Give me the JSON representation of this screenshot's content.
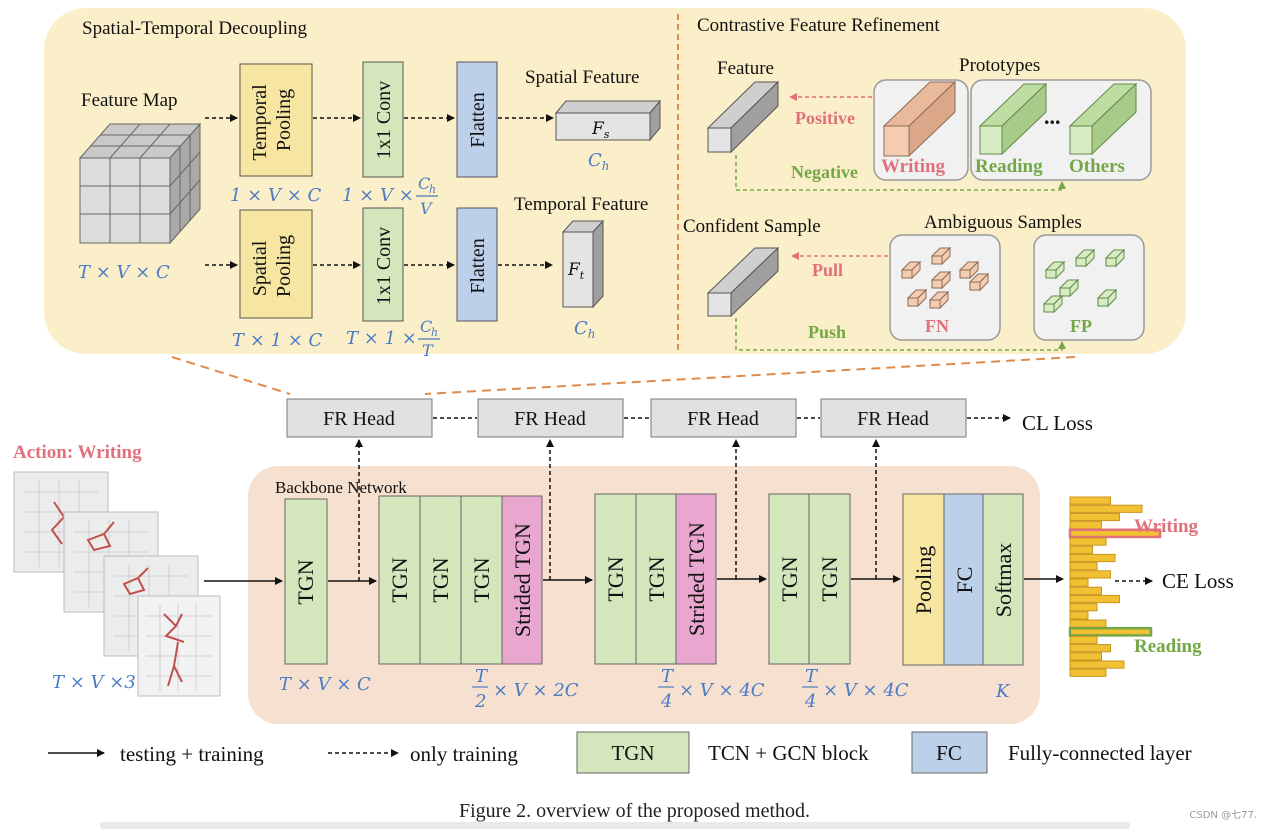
{
  "sections": {
    "std_title": "Spatial-Temporal Decoupling",
    "cfr_title": "Contrastive Feature Refinement",
    "backbone_title": "Backbone Network"
  },
  "std": {
    "feature_map": "Feature Map",
    "feature_map_dim": "T × V × C",
    "temporal_pooling": [
      "Temporal",
      "Pooling"
    ],
    "spatial_pooling": [
      "Spatial",
      "Pooling"
    ],
    "conv": "1x1 Conv",
    "flatten": "Flatten",
    "spatial_feature": "Spatial Feature",
    "temporal_feature": "Temporal Feature",
    "fs_main": "F",
    "fs_sub": "s",
    "ft_main": "F",
    "ft_sub": "t",
    "ch_main": "C",
    "ch_sub": "h",
    "dim_tp": "1 × V × C",
    "dim_sp": "T × 1 × C",
    "dim_conv1_prefix": "1 × V ×",
    "dim_conv1_den": "V",
    "dim_conv2_prefix": "T × 1 ×",
    "dim_conv2_den": "T"
  },
  "cfr": {
    "feature": "Feature",
    "prototypes": "Prototypes",
    "positive": "Positive",
    "negative": "Negative",
    "writing": "Writing",
    "reading": "Reading",
    "others": "Others",
    "ellipsis": "...",
    "confident_sample": "Confident Sample",
    "ambiguous_samples": "Ambiguous Samples",
    "pull": "Pull",
    "push": "Push",
    "fn": "FN",
    "fp": "FP"
  },
  "heads": {
    "fr_head": "FR Head",
    "cl_loss": "CL Loss"
  },
  "backbone": {
    "action": "Action: Writing",
    "input_dim": "T × V ×3",
    "tgn": "TGN",
    "strided_tgn": "Strided TGN",
    "pooling": "Pooling",
    "fc": "FC",
    "softmax": "Softmax",
    "dim1": "T × V × C",
    "dim2_num": "T",
    "dim2_den": "2",
    "dim2_rest": "× V × 2C",
    "dim3_num": "T",
    "dim3_den": "4",
    "dim3_rest": "× V × 4C",
    "dim4_num": "T",
    "dim4_den": "4",
    "dim4_rest": "× V × 4C",
    "dim_k": "K",
    "writing_label": "Writing",
    "reading_label": "Reading",
    "ce_loss": "CE Loss"
  },
  "histogram": {
    "bar_values": [
      0.45,
      0.8,
      0.55,
      0.35,
      1.0,
      0.4,
      0.25,
      0.5,
      0.3,
      0.45,
      0.2,
      0.35,
      0.55,
      0.3,
      0.2,
      0.4,
      0.9,
      0.3,
      0.45,
      0.35,
      0.6,
      0.4
    ],
    "writing_index": 4,
    "reading_index": 16
  },
  "legend": {
    "solid": "testing + training",
    "dashed": "only training",
    "tgn": "TGN",
    "tgn_desc": "TCN + GCN block",
    "fc": "FC",
    "fc_desc": "Fully-connected layer"
  },
  "caption": "Figure 2. overview of the proposed method.",
  "watermark": "CSDN @七77.",
  "colors": {
    "top_panel": "#fbefc9",
    "backbone_panel": "#f6e0cf",
    "green_block": "#d3e6bc",
    "yellow_block": "#f7e6a2",
    "blue_block": "#bdd0ea",
    "pink_block": "#e9a7cf",
    "gray_block": "#e1e1e1",
    "red_text": "#e0707a",
    "green_text": "#74a745",
    "blue_dim": "#4a7bc5",
    "dashed_orange": "#e08a4a",
    "histogram": "#f2c033"
  }
}
